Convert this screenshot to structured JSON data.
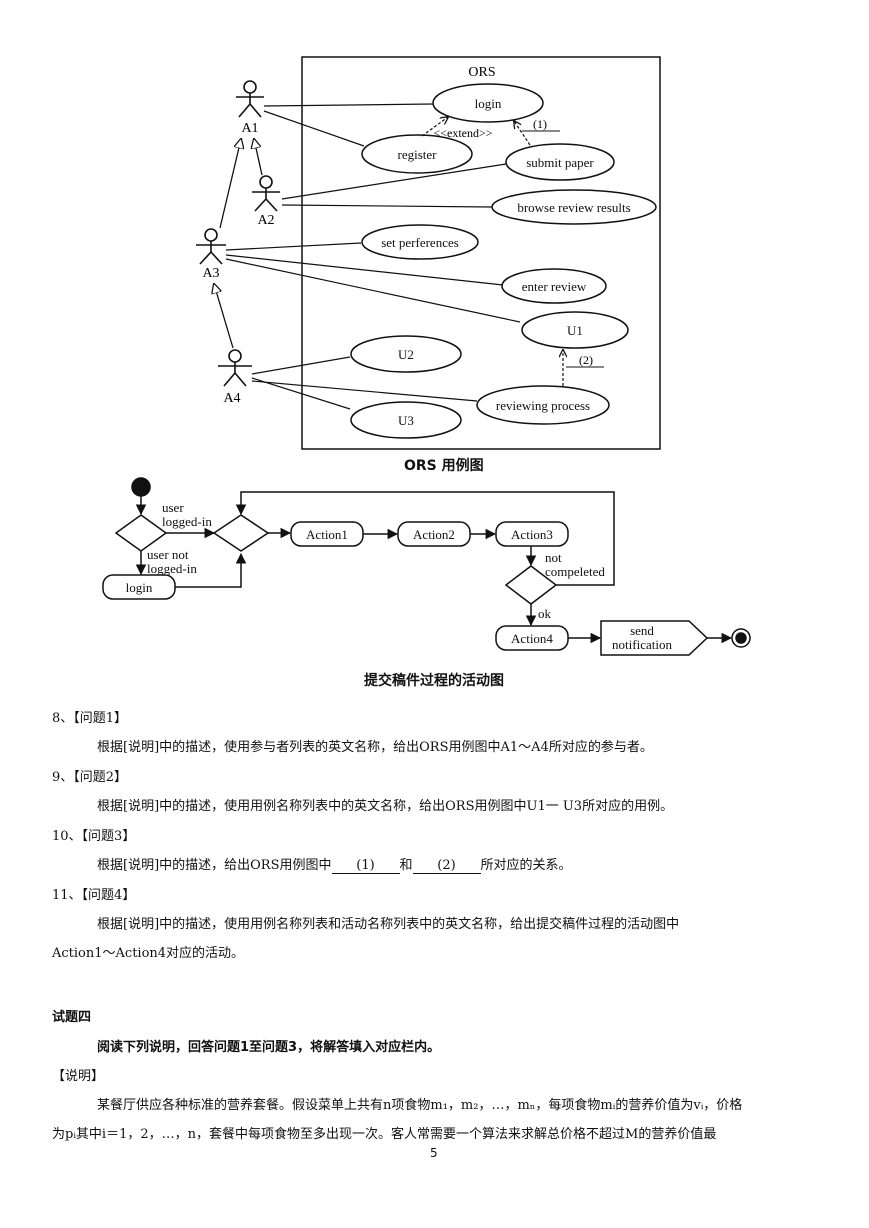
{
  "usecase": {
    "system_label": "ORS",
    "actors": [
      "A1",
      "A2",
      "A3",
      "A4"
    ],
    "usecases": {
      "login": "login",
      "register": "register",
      "submit": "submit paper",
      "browse": "browse review results",
      "setpref": "set perferences",
      "enter": "enter review",
      "u1": "U1",
      "u2": "U2",
      "u3": "U3",
      "reviewing": "reviewing process"
    },
    "extend_label": "<<extend>>",
    "blank1": "(1)",
    "blank2": "(2)",
    "caption": "ORS 用例图"
  },
  "activity": {
    "guard_logged_in_1": "user",
    "guard_logged_in_2": "logged-in",
    "guard_not_logged_1": "user not",
    "guard_not_logged_2": "logged-in",
    "login": "login",
    "action1": "Action1",
    "action2": "Action2",
    "action3": "Action3",
    "action4": "Action4",
    "guard_not_completed_1": "not",
    "guard_not_completed_2": "compeleted",
    "guard_ok": "ok",
    "send_1": "send",
    "send_2": "notification",
    "caption": "提交稿件过程的活动图"
  },
  "questions": [
    {
      "num": "8、",
      "title": "【问题1】",
      "body": "根据[说明]中的描述，使用参与者列表的英文名称，给出ORS用例图中A1～A4所对应的参与者。"
    },
    {
      "num": "9、",
      "title": "【问题2】",
      "body": "根据[说明]中的描述，使用用例名称列表中的英文名称，给出ORS用例图中U1一 U3所对应的用例。"
    },
    {
      "num": "10、",
      "title": "【问题3】",
      "body_a": "根据[说明]中的描述，给出ORS用例图中",
      "blank1": "(1)",
      "body_b": "和",
      "blank2": "(2)",
      "body_c": "所对应的关系。"
    },
    {
      "num": "11、",
      "title": "【问题4】",
      "body_line1": "根据[说明]中的描述，使用用例名称列表和活动名称列表中的英文名称，给出提交稿件过程的活动图中",
      "body_line2": "Action1～Action4对应的活动。"
    }
  ],
  "section4": {
    "heading": "试题四",
    "instruction": "阅读下列说明，回答问题1至问题3，将解答填入对应栏内。",
    "label": "【说明】",
    "para_line1": "某餐厅供应各种标准的营养套餐。假设菜单上共有n项食物m₁，m₂，…，mₙ，每项食物mᵢ的营养价值为vᵢ，价格",
    "para_line2": "为pᵢ其中i＝1，2，…，n，套餐中每项食物至多出现一次。客人常需要一个算法来求解总价格不超过M的营养价值最"
  },
  "page_number": "5"
}
